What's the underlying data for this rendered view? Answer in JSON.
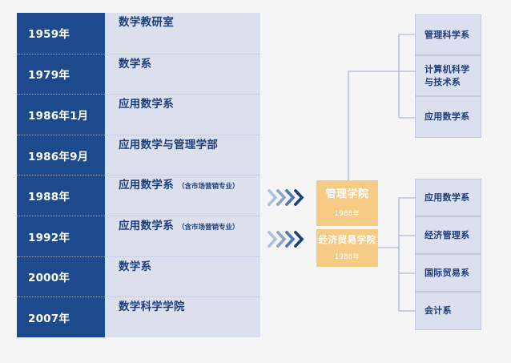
{
  "page": {
    "background": "#f5f5f6",
    "accent_blue": "#1d4a8c",
    "light_blue": "#dcdfec",
    "accent_orange": "#f5cb85",
    "connector_color": "#b8c4da"
  },
  "history_table": {
    "rows": [
      {
        "year": "1959年",
        "name": "数学教研室",
        "note": ""
      },
      {
        "year": "1979年",
        "name": "数学系",
        "note": ""
      },
      {
        "year": "1986年1月",
        "name": "应用数学系",
        "note": ""
      },
      {
        "year": "1986年9月",
        "name": "应用数学与管理学部",
        "note": ""
      },
      {
        "year": "1988年",
        "name": "应用数学系",
        "note": "（含市场营销专业）"
      },
      {
        "year": "1992年",
        "name": "应用数学系",
        "note": "（含市场营销专业）"
      },
      {
        "year": "2000年",
        "name": "数学系",
        "note": ""
      },
      {
        "year": "2007年",
        "name": "数学科学学院",
        "note": ""
      }
    ]
  },
  "arrows": {
    "top": {
      "icon": "chevrons-right-icon",
      "count": 4
    },
    "bottom": {
      "icon": "chevrons-right-icon",
      "count": 4
    }
  },
  "colleges": [
    {
      "name": "管理学院",
      "year": "1988年"
    },
    {
      "name": "经济贸易学院",
      "year": "1988年"
    }
  ],
  "departments": {
    "management_college": [
      {
        "label": "管理科学系"
      },
      {
        "label": "计算机科学\n与技术系"
      },
      {
        "label": "应用数学系"
      }
    ],
    "economics_college": [
      {
        "label": "应用数学系"
      },
      {
        "label": "经济管理系"
      },
      {
        "label": "国际贸易系"
      },
      {
        "label": "会计系"
      }
    ]
  }
}
